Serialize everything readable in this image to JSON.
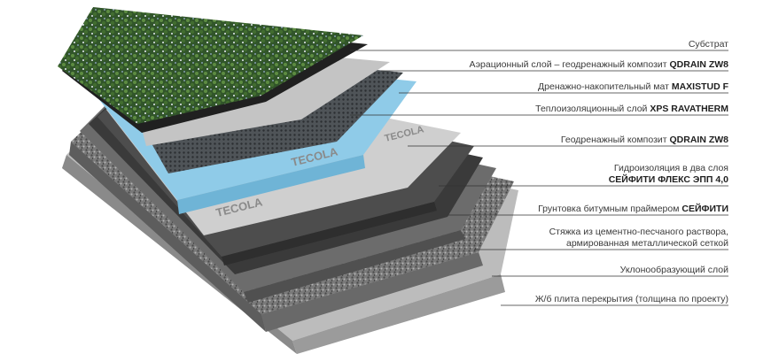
{
  "layers": [
    {
      "pre": "Субстрат",
      "bold": ""
    },
    {
      "pre": "Аэрационный слой – геодренажный композит ",
      "bold": "QDRAIN ZW8"
    },
    {
      "pre": "Дренажно-накопительный мат ",
      "bold": "MAXISTUD F"
    },
    {
      "pre": "Теплоизоляционный слой ",
      "bold": "XPS RAVATHERM"
    },
    {
      "pre": "Геодренажный композит ",
      "bold": "QDRAIN ZW8"
    },
    {
      "pre": "Гидроизоляция в два слоя",
      "bold": "СЕЙФИТИ ФЛЕКС ЭПП 4,0"
    },
    {
      "pre": "Грунтовка битумным праймером ",
      "bold": "СЕЙФИТИ"
    },
    {
      "pre": "Стяжка из цементно-песчаного раствора,",
      "bold": "армированная металлической сеткой"
    },
    {
      "pre": "Уклонообразующий слой",
      "bold": ""
    },
    {
      "pre": "Ж/б плита перекрытия (толщина по проекту)",
      "bold": ""
    }
  ],
  "membrane_brand": "TECOLA",
  "colors": {
    "slab": "#b9b9b9",
    "screed": "#6c6c6c",
    "primer": "#3a3a3a",
    "membrane": "#4d4d4d",
    "insulation": "#8fcbe8",
    "drainage": "#5b5f63",
    "geotextile": "#bdbdbd",
    "substrate": "#222222",
    "vegetation": "#3f6b2e"
  }
}
